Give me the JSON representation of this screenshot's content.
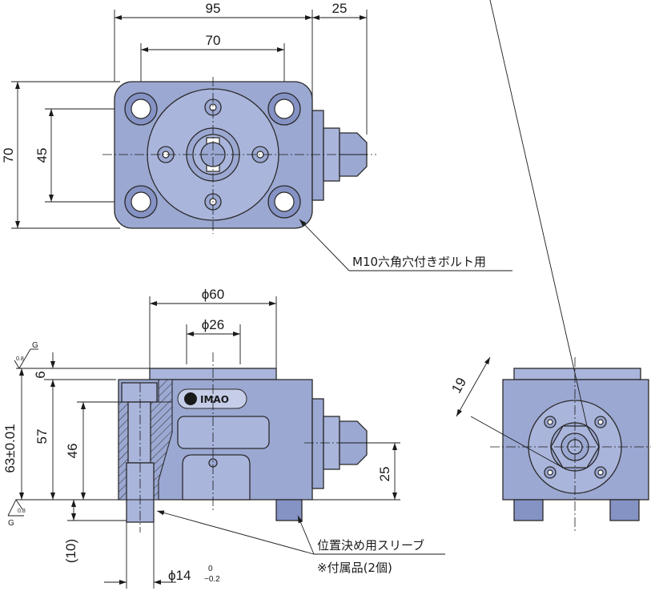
{
  "top_view": {
    "width_dim": "95",
    "shaft_dim": "25",
    "bolt_pitch_x": "70",
    "height_dim": "70",
    "bolt_pitch_y": "45",
    "bolt_note": "M10六角穴付きボルト用"
  },
  "front_view": {
    "diameter_60": "ϕ60",
    "diameter_26": "ϕ26",
    "dim_6": "6",
    "dim_total": "63±0.01",
    "dim_57": "57",
    "dim_46": "46",
    "dim_25": "25",
    "dim_10": "(10)",
    "sleeve_dia": "ϕ14",
    "sleeve_tol_upper": "0",
    "sleeve_tol_lower": "−0.2",
    "roughness_value": "0.8",
    "roughness_value_bottom": "0.8",
    "datum_label_top": "G",
    "datum_label_bottom": "G",
    "logo_text": "IMAO",
    "sleeve_note_line1": "位置決め用スリーブ",
    "sleeve_note_line2": "※付属品(2個)"
  },
  "side_view": {
    "hex_dim": "19"
  }
}
